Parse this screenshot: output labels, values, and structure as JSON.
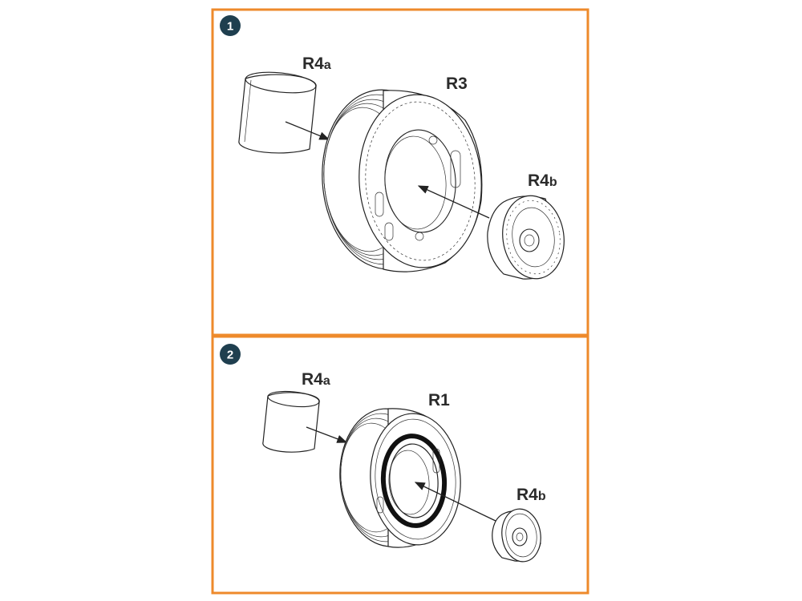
{
  "colors": {
    "frame": "#ee8a2b",
    "badge": "#1f3f4f"
  },
  "step1": {
    "number": "1",
    "parts": {
      "hub_cap": {
        "code": "R4",
        "suffix": "a"
      },
      "tire": {
        "code": "R3"
      },
      "wheel": {
        "code": "R4",
        "suffix": "b"
      }
    }
  },
  "step2": {
    "number": "2",
    "parts": {
      "hub_cap": {
        "code": "R4",
        "suffix": "a"
      },
      "tire": {
        "code": "R1"
      },
      "wheel": {
        "code": "R4",
        "suffix": "b"
      }
    }
  }
}
